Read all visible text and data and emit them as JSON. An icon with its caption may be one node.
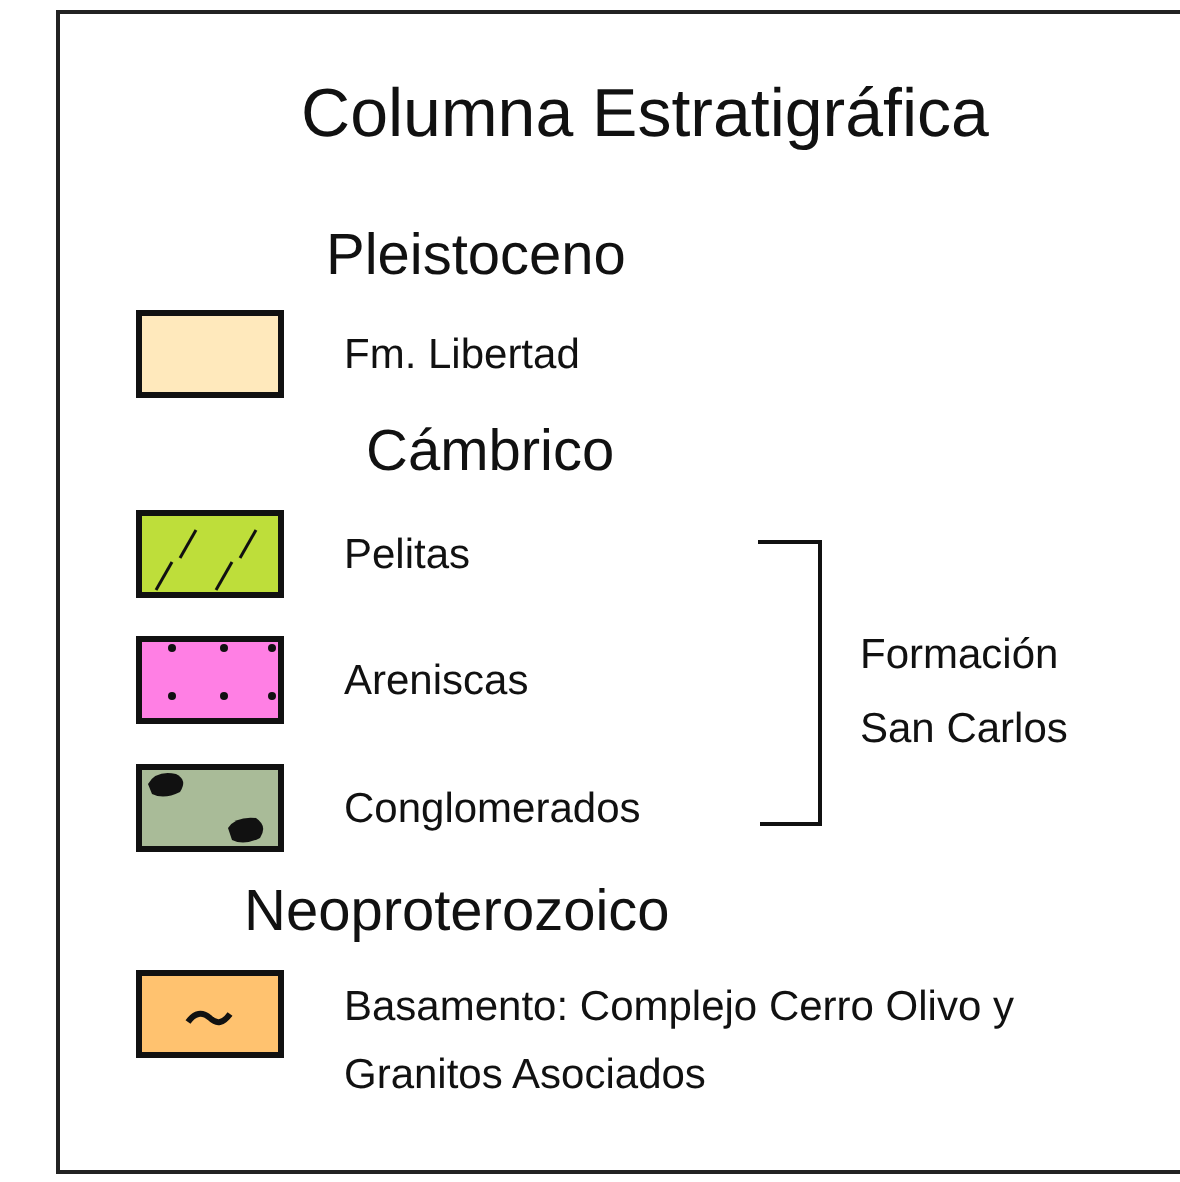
{
  "diagram": {
    "title": "Columna Estratigráfica",
    "labels": [
      "Pleistoceno",
      "Cámbrico",
      "Formación San Carlos",
      "Neoproterozoico"
    ],
    "legend": [
      {
        "text": "Fm. Libertad",
        "color": "#ffe9bc"
      },
      {
        "text": "Pelitas",
        "color": "#bede3a"
      },
      {
        "text": "Areniscas",
        "color": "#ff7fe4"
      },
      {
        "text": "Conglomerados",
        "color": "#a9bb98"
      },
      {
        "text": "Basamento: Complejo Cerro Olivo y Granitos Asociados",
        "color": "#ffc26f"
      }
    ]
  }
}
